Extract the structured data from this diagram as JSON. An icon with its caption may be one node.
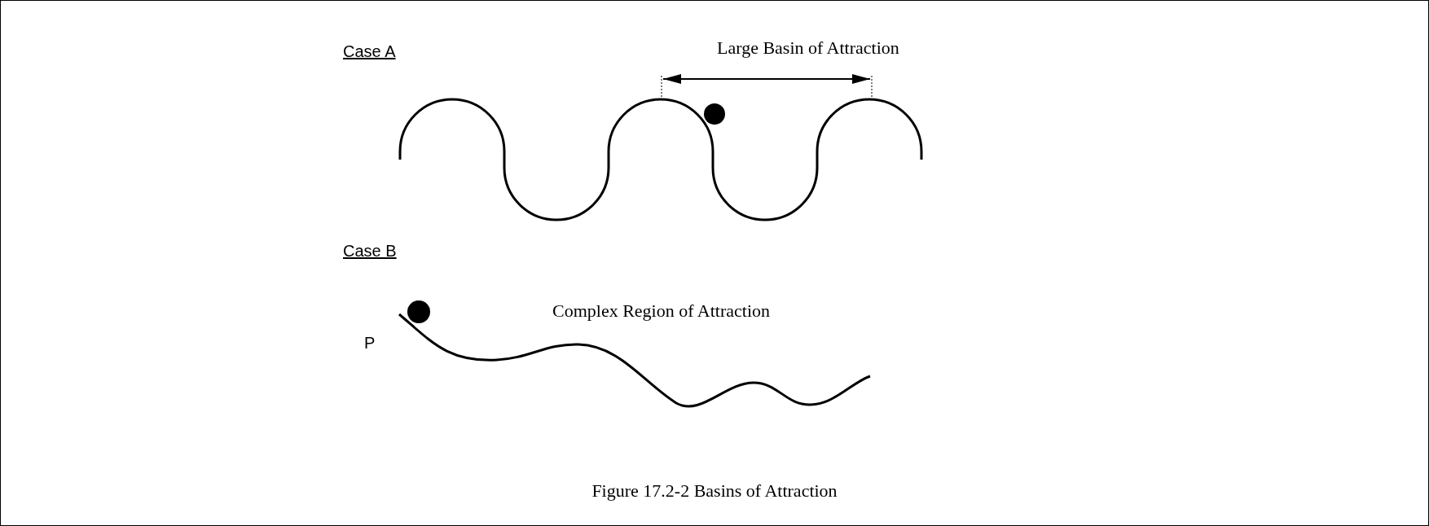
{
  "diagram": {
    "caption": "Figure 17.2-2 Basins of Attraction",
    "labels": [
      "Case A",
      "Large Basin of Attraction",
      "Case B",
      "Complex Region of Attraction",
      "P"
    ]
  }
}
